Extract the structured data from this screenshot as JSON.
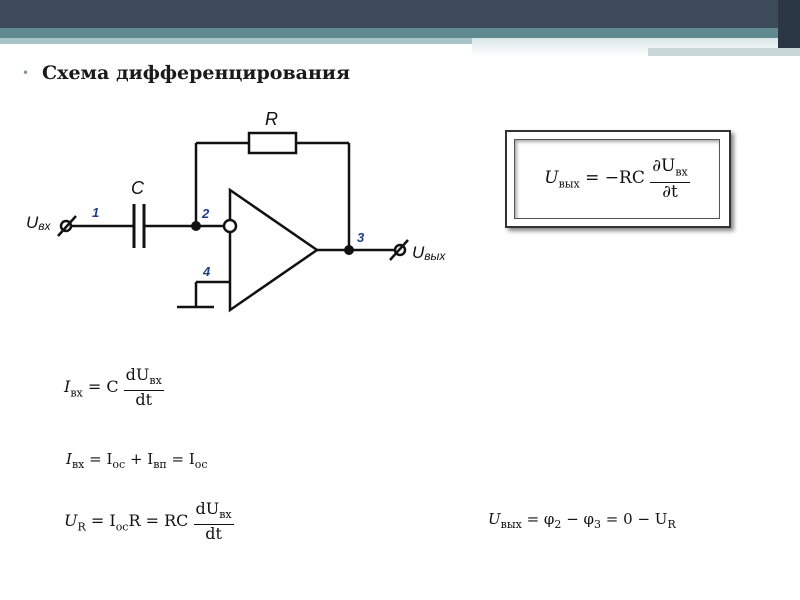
{
  "title": "Схема дифференцирования",
  "circuit": {
    "input_label": "U",
    "input_sub": "вх",
    "output_label": "U",
    "output_sub": "вых",
    "capacitor_label": "C",
    "resistor_label": "R",
    "nodes": [
      "1",
      "2",
      "3",
      "4"
    ]
  },
  "formulas": {
    "boxed": {
      "lhs_var": "U",
      "lhs_sub": "вых",
      "rhs": "= −RC",
      "num": "∂U",
      "num_sub": "вх",
      "den": "∂t"
    },
    "f1": {
      "lhs_var": "I",
      "lhs_sub": "вх",
      "rhs": "= C",
      "num": "dU",
      "num_sub": "вх",
      "den": "dt"
    },
    "f2": {
      "text": "I",
      "sub1": "вх",
      "eq1": " = I",
      "sub2": "ос",
      "plus": " + I",
      "sub3": "вп",
      "eq2": " = I",
      "sub4": "ос"
    },
    "f3": {
      "lhs_var": "U",
      "lhs_sub": "R",
      "mid": " = I",
      "mid_sub": "ос",
      "rhs": "R = RC",
      "num": "dU",
      "num_sub": "вх",
      "den": "dt"
    },
    "f4": {
      "lhs_var": "U",
      "lhs_sub": "вых",
      "rhs1": " = φ",
      "sub1": "2",
      "rhs2": " − φ",
      "sub2": "3",
      "rhs3": " = 0 − U",
      "sub3": "R"
    }
  }
}
